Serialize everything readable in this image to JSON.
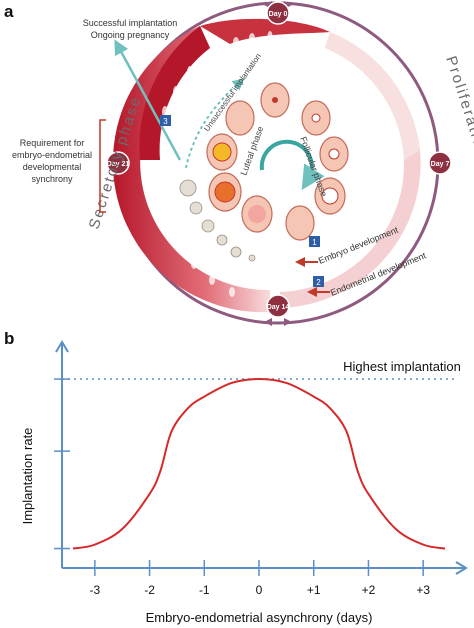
{
  "panel_a": {
    "letter": "a",
    "days": [
      "Day 0",
      "Day 7",
      "Day 14",
      "Day 21"
    ],
    "labels": {
      "successful": [
        "Successful implantation",
        "Ongoing pregnancy"
      ],
      "requirement": [
        "Requirement for",
        "embryo-endometrial",
        "developmental",
        "synchrony"
      ],
      "unsuccessful": "Unsuccessful implantation",
      "luteal": "Luteal phase",
      "follicular": "Follicular phase",
      "embryo_development": "Embryo development",
      "endometrial_development": "Endometrial development",
      "secretory": "Secretory phase",
      "proliferative": "Proliferative phase"
    },
    "markers": [
      "1",
      "2",
      "3"
    ],
    "colors": {
      "secretory_red": "#c21e2f",
      "light_pink": "#f2c4c6",
      "ring_purple": "#8f5a7f",
      "arrow_teal": "#6fc1bd",
      "marker_blue": "#2f5ea8"
    }
  },
  "panel_b": {
    "letter": "b",
    "chart_data": {
      "type": "line",
      "title": "",
      "xlabel": "Embryo-endometrial asynchrony (days)",
      "ylabel": "Implantation rate",
      "x_ticks": [
        "-3",
        "-2",
        "-1",
        "0",
        "+1",
        "+2",
        "+3"
      ],
      "xlim": [
        -3.6,
        3.6
      ],
      "series": [
        {
          "x": [
            -3.4,
            -3.0,
            -2.5,
            -2.0,
            -1.8,
            -1.6,
            -1.3,
            -1.0,
            -0.5,
            0,
            0.5,
            1.0,
            1.3,
            1.6,
            1.8,
            2.0,
            2.5,
            3.0,
            3.4
          ],
          "y": [
            0.1,
            0.12,
            0.2,
            0.38,
            0.5,
            0.7,
            0.82,
            0.88,
            0.95,
            0.97,
            0.95,
            0.88,
            0.82,
            0.7,
            0.5,
            0.38,
            0.2,
            0.12,
            0.1
          ]
        }
      ],
      "annotation": "Highest implantation",
      "reference_line_y": 0.97,
      "ylim": [
        0,
        1.15
      ],
      "grid": false,
      "line_color": "#d62a2a",
      "axis_color": "#5b8fc9"
    }
  }
}
